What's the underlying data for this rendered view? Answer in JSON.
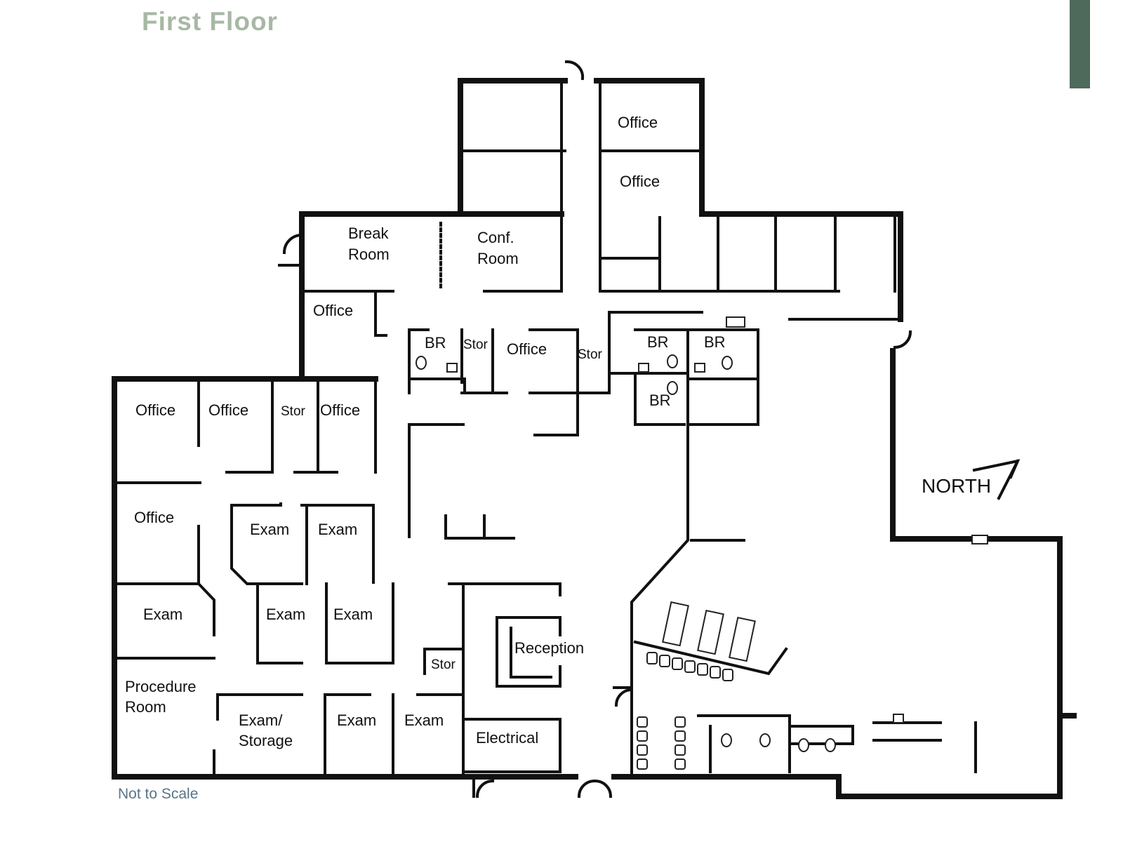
{
  "header": {
    "title": "First Floor"
  },
  "colors": {
    "title": "#a7b8a4",
    "accent_bar": "#4e6a5a",
    "note": "#5b7487",
    "wall": "#111111"
  },
  "footer": {
    "note": "Not to Scale"
  },
  "compass": {
    "label": "NORTH"
  },
  "rooms": {
    "office_top_1": "Office",
    "office_top_2": "Office",
    "break_room": [
      "Break",
      "Room"
    ],
    "conf_room": [
      "Conf.",
      "Room"
    ],
    "office_mid_left": "Office",
    "br_1": "BR",
    "stor_1": "Stor",
    "office_center": "Office",
    "stor_2": "Stor",
    "br_2": "BR",
    "br_3": "BR",
    "br_4": "BR",
    "office_w1": "Office",
    "office_w2": "Office",
    "stor_w": "Stor",
    "office_w3": "Office",
    "office_w4": "Office",
    "exam_1": "Exam",
    "exam_2": "Exam",
    "exam_3": "Exam",
    "exam_4": "Exam",
    "exam_5": "Exam",
    "procedure_room": [
      "Procedure",
      "Room"
    ],
    "exam_storage": [
      "Exam/",
      "Storage"
    ],
    "exam_6": "Exam",
    "exam_7": "Exam",
    "stor_3": "Stor",
    "reception": "Reception",
    "electrical": "Electrical"
  }
}
